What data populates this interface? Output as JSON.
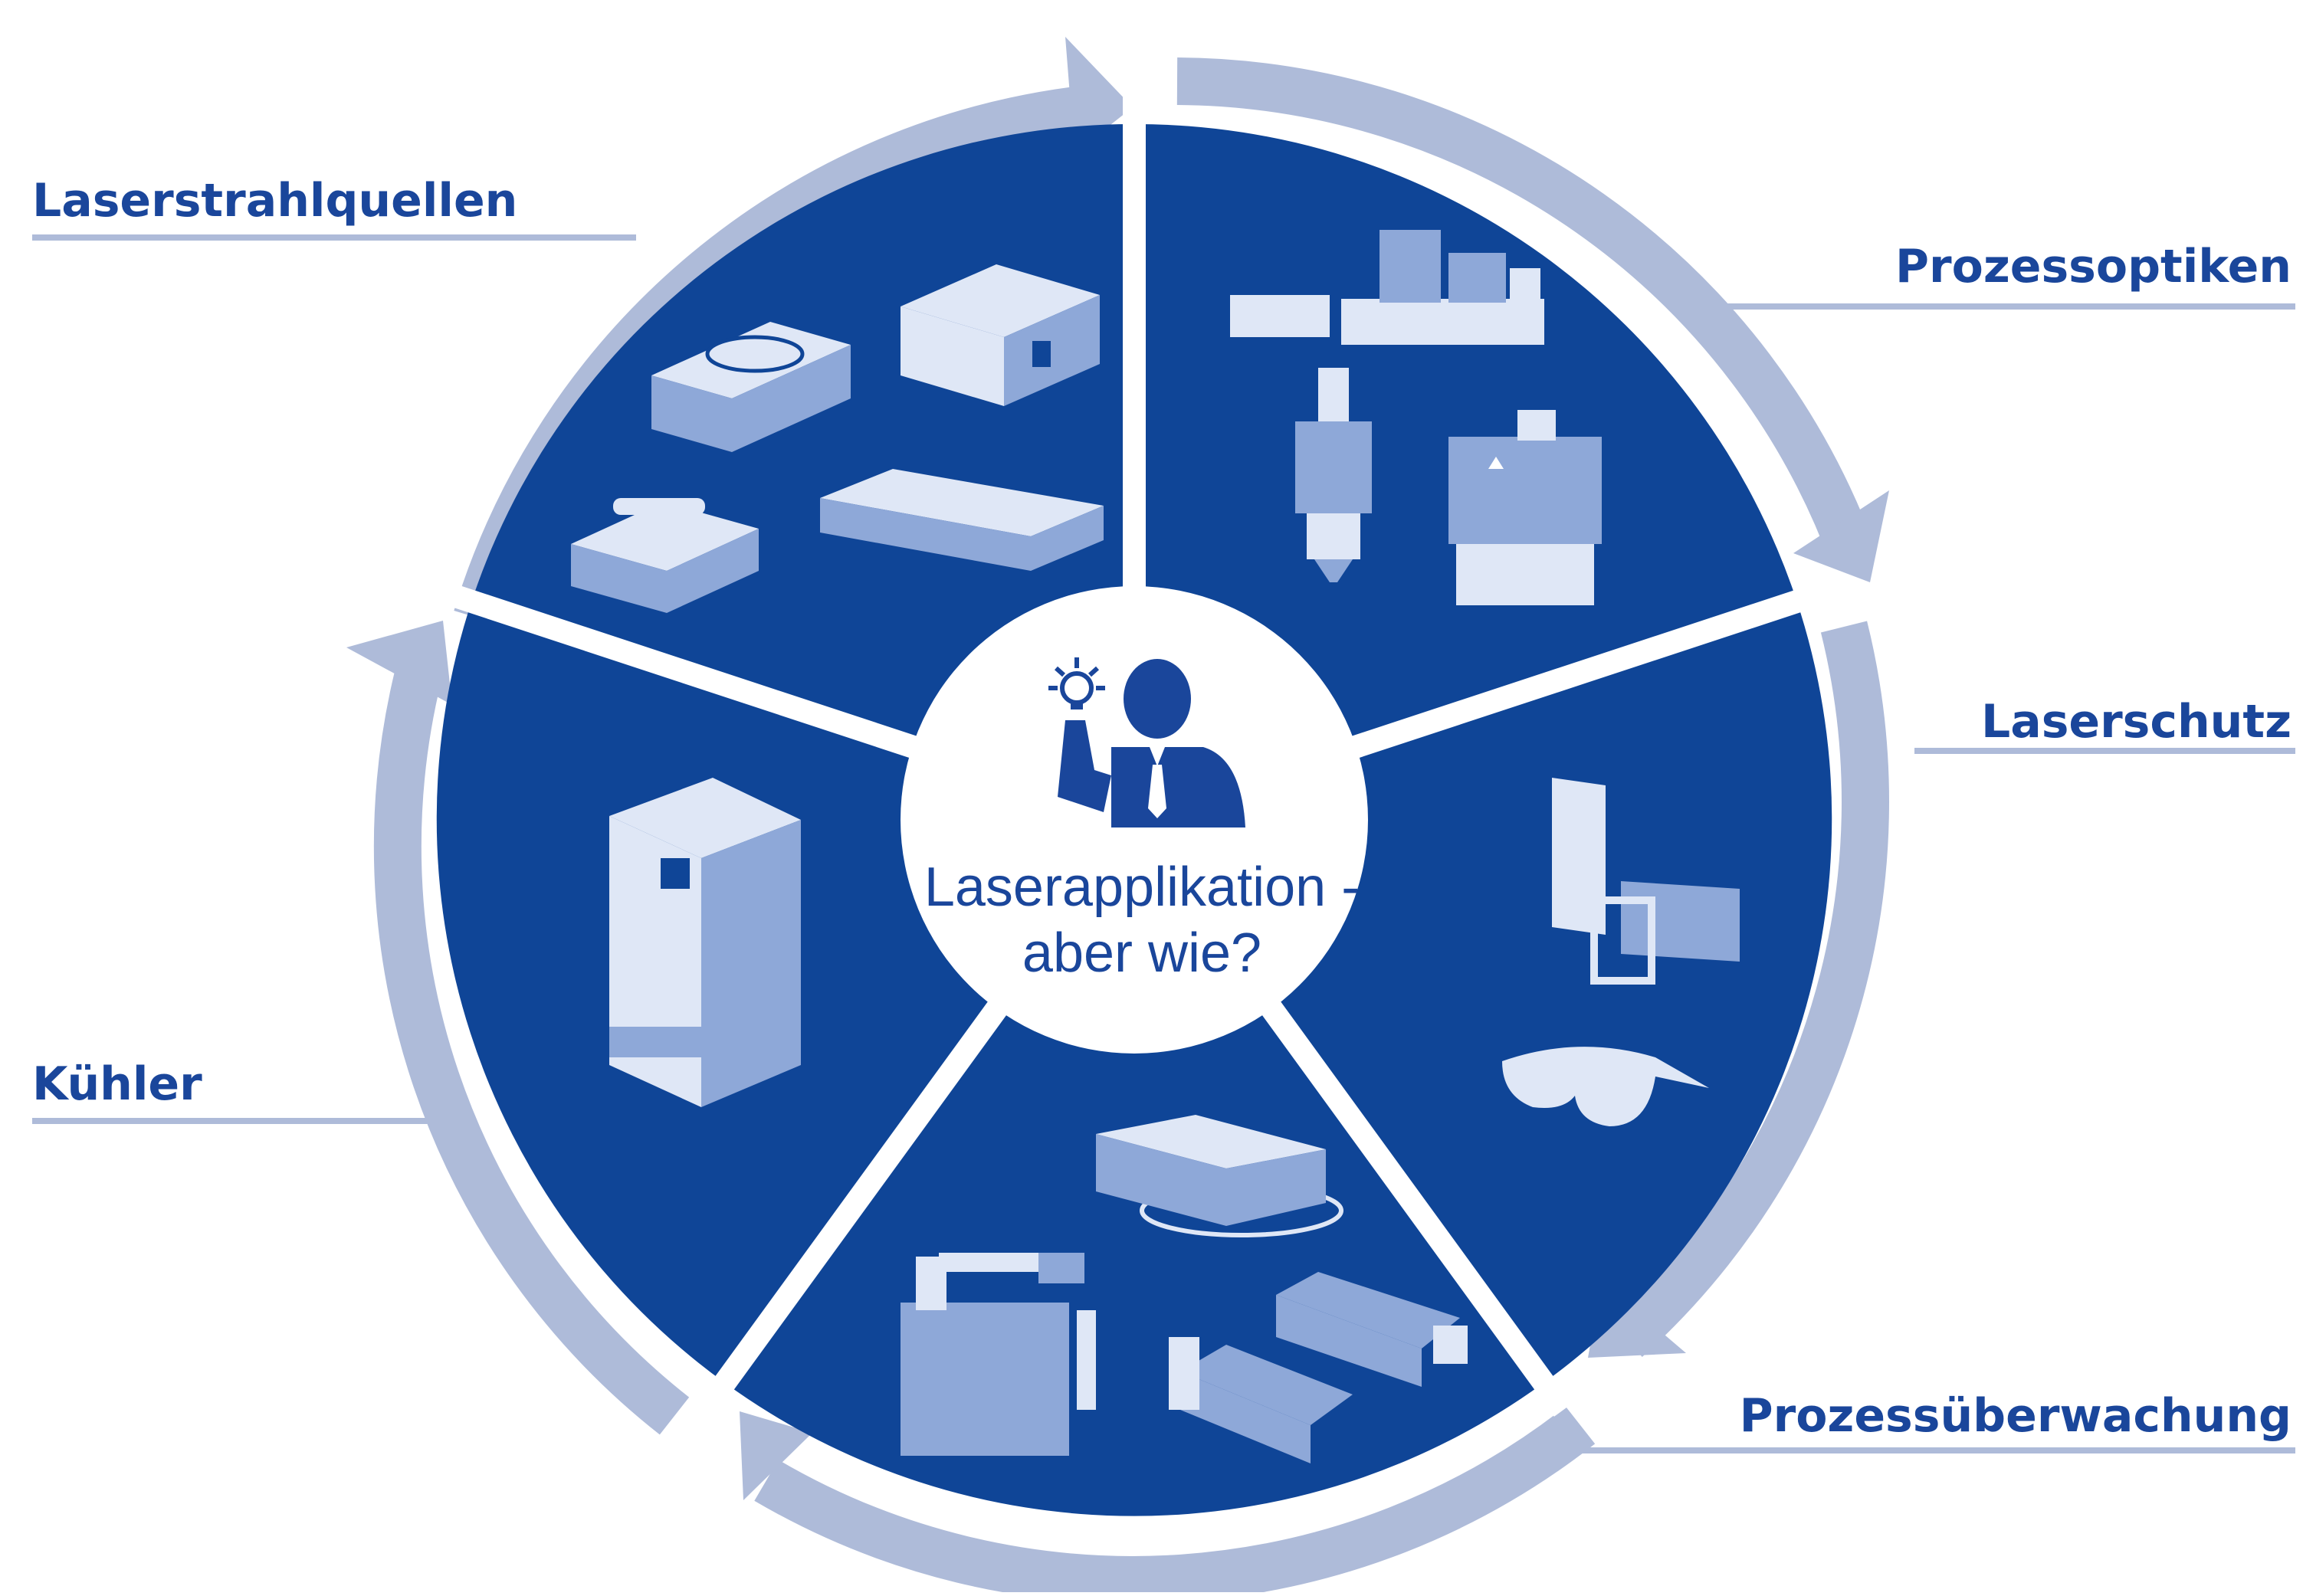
{
  "colors": {
    "segment_fill": "#0f4597",
    "ring_color": "#aebbd9",
    "label_color": "#1a469b",
    "device_fill": "#8ea8d8",
    "device_highlight": "#dfe7f6",
    "center_fill": "#ffffff"
  },
  "center": {
    "line1": "Laserapplikation -",
    "line2": "aber wie?",
    "icon": "person-with-lightbulb-icon"
  },
  "segments": [
    {
      "id": "laserstrahlquellen",
      "label": "Laserstrahlquellen",
      "icon": "laser-source-devices-icon"
    },
    {
      "id": "prozessoptiken",
      "label": "Prozessoptiken",
      "icon": "process-optics-devices-icon"
    },
    {
      "id": "laserschutz",
      "label": "Laserschutz",
      "icon": "laser-protection-equipment-icon"
    },
    {
      "id": "prozessueberwachung",
      "label": "Prozessüberwachung",
      "icon": "process-monitoring-devices-icon"
    },
    {
      "id": "kuehler",
      "label": "Kühler",
      "icon": "chiller-unit-icon"
    }
  ]
}
